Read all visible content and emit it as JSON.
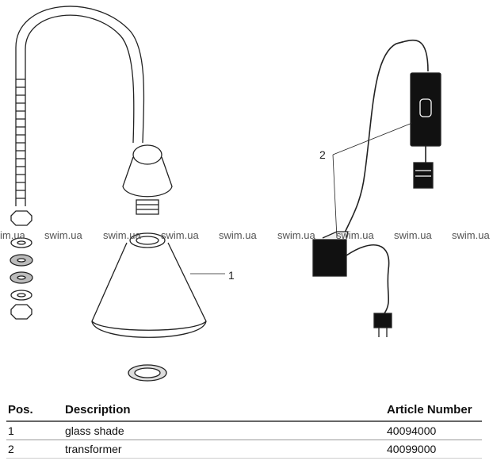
{
  "diagram": {
    "callouts": [
      "1",
      "2"
    ],
    "watermark": "swim.ua",
    "watermarks": [
      "im.ua",
      "swim.ua",
      "swim.ua",
      "swim.ua",
      "swim.ua",
      "swim.ua",
      "swim.ua",
      "swim.ua",
      "swim.ua"
    ]
  },
  "parts_table": {
    "headers": {
      "pos": "Pos.",
      "description": "Description",
      "article": "Article Number"
    },
    "rows": [
      {
        "pos": "1",
        "description": "glass shade",
        "article": "40094000"
      },
      {
        "pos": "2",
        "description": "transformer",
        "article": "40099000"
      }
    ]
  }
}
